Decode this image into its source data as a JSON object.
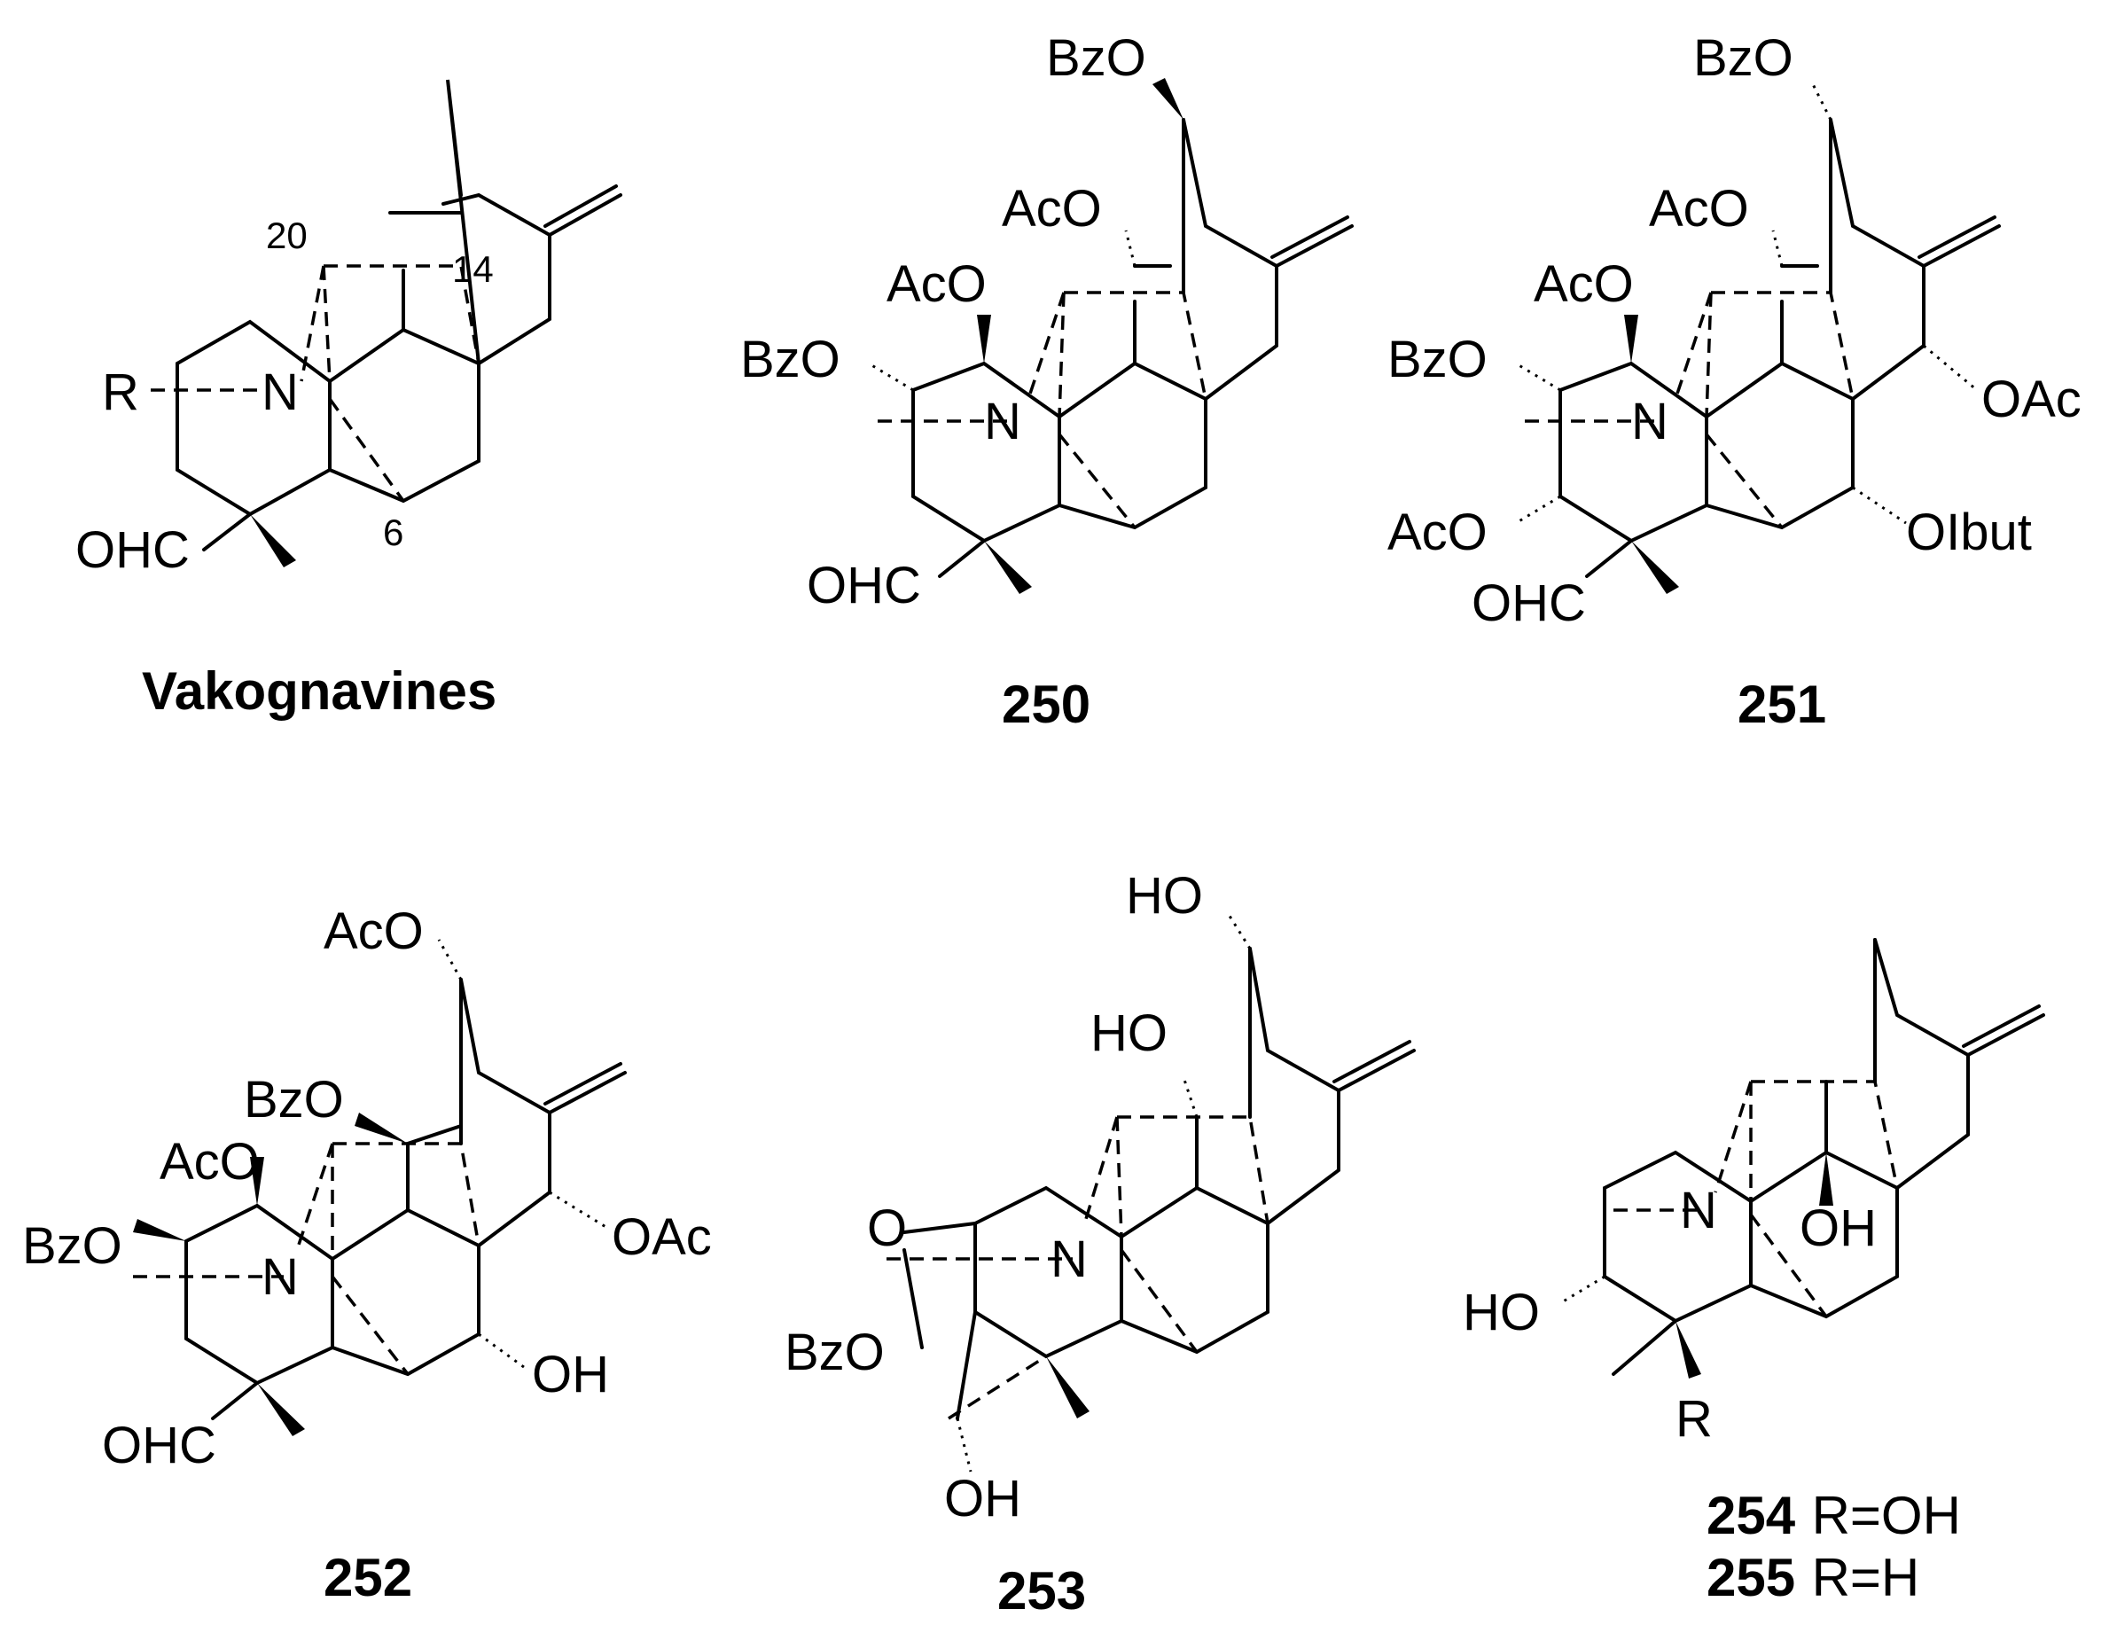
{
  "compounds": [
    {
      "name": "Vakognavines",
      "labels": [
        "R",
        "N",
        "OHC",
        "20",
        "14",
        "6"
      ]
    },
    {
      "name": "250",
      "labels": [
        "BzO",
        "AcO",
        "AcO",
        "BzO",
        "N",
        "OHC"
      ]
    },
    {
      "name": "251",
      "labels": [
        "BzO",
        "AcO",
        "AcO",
        "BzO",
        "N",
        "OAc",
        "AcO",
        "OIbut",
        "OHC"
      ]
    },
    {
      "name": "252",
      "labels": [
        "AcO",
        "BzO",
        "AcO",
        "BzO",
        "N",
        "OAc",
        "OH",
        "OHC"
      ]
    },
    {
      "name": "253",
      "labels": [
        "HO",
        "HO",
        "O",
        "N",
        "BzO",
        "OH"
      ]
    },
    {
      "name": "254",
      "labels": [
        "N",
        "OH",
        "HO",
        "R"
      ],
      "substituent": "R=OH"
    },
    {
      "name": "255",
      "substituent": "R=H"
    }
  ]
}
